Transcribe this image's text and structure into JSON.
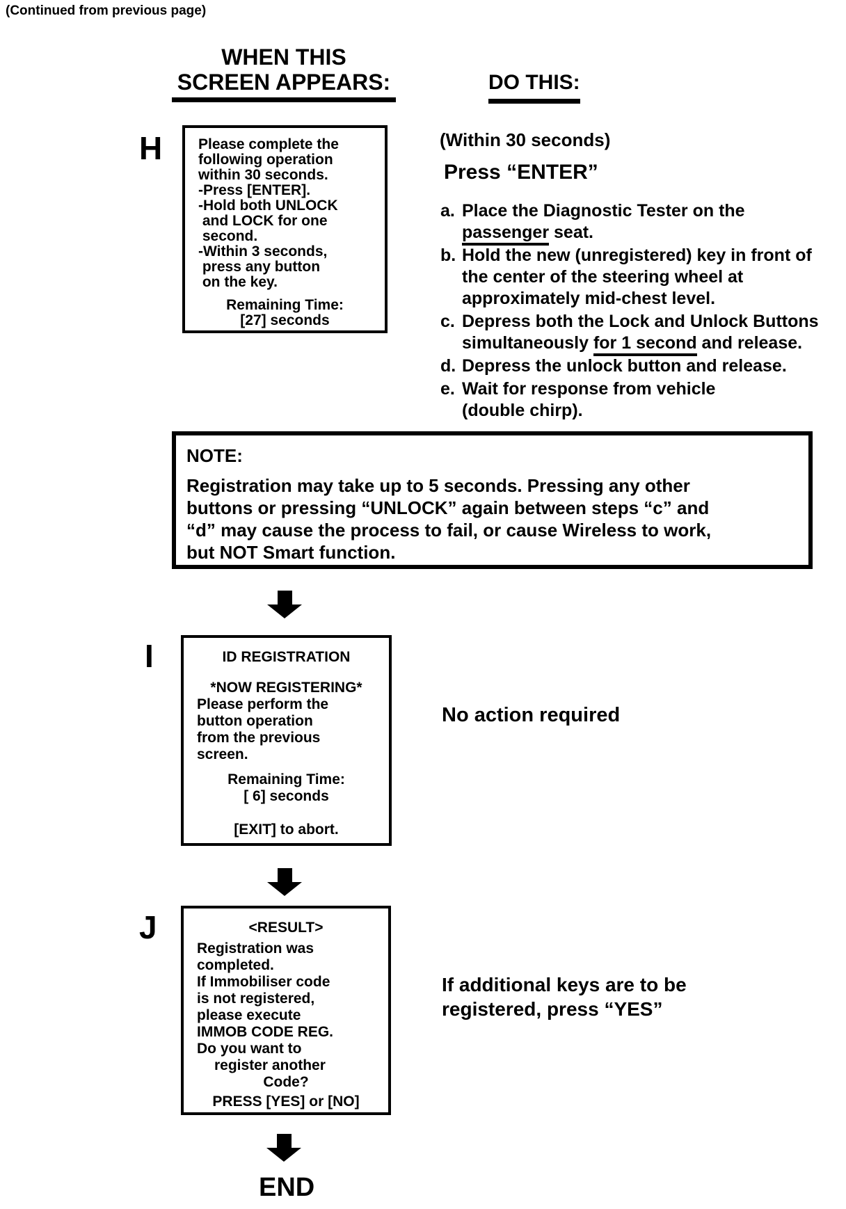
{
  "header": {
    "continued": "(Continued from previous page)",
    "when_line1": "WHEN THIS",
    "when_line2": "SCREEN APPEARS:",
    "do_this": "DO THIS:"
  },
  "section_h": {
    "label": "H",
    "screen_lines": [
      "Please complete the",
      "following operation",
      "within 30 seconds.",
      "-Press [ENTER].",
      "-Hold both UNLOCK",
      " and LOCK for one",
      " second.",
      "-Within 3 seconds,",
      " press any button",
      " on the key."
    ],
    "screen_center_lines": [
      "Remaining Time:",
      "[27] seconds"
    ],
    "action": {
      "within": "(Within 30 seconds)",
      "press": "Press “ENTER”",
      "steps": {
        "a_label": "a.",
        "a_line1": "Place the Diagnostic Tester on the",
        "a_line2_underlined": "passenger",
        "a_line2_rest": " seat.",
        "b_label": "b.",
        "b_line1": "Hold the new (unregistered) key in front of",
        "b_line2": "the center of the steering wheel at",
        "b_line3": "approximately mid-chest level.",
        "c_label": "c.",
        "c_line1": "Depress both the Lock and Unlock Buttons",
        "c_line2_pre": "simultaneously ",
        "c_line2_underlined": "for 1 second",
        "c_line2_post": " and release.",
        "d_label": "d.",
        "d_line1": "Depress the unlock button and release.",
        "e_label": "e.",
        "e_line1": "Wait for response from vehicle",
        "e_line2": "(double chirp)."
      }
    }
  },
  "note": {
    "title": "NOTE:",
    "lines": [
      "Registration may take up to 5 seconds. Pressing any other",
      "buttons or pressing “UNLOCK” again between steps “c” and",
      "“d” may cause the process to fail, or cause Wireless to work,",
      "but NOT Smart function."
    ]
  },
  "section_i": {
    "label": "I",
    "screen_title": "ID REGISTRATION",
    "screen_status": "*NOW REGISTERING*",
    "screen_lines": [
      "Please perform the",
      "button operation",
      "from the previous",
      "screen."
    ],
    "screen_center_lines": [
      "Remaining Time:",
      "[ 6] seconds"
    ],
    "screen_footer": "[EXIT] to abort.",
    "action": "No action required"
  },
  "section_j": {
    "label": "J",
    "screen_title": "<RESULT>",
    "screen_lines": [
      "Registration was",
      "completed.",
      "If Immobiliser code",
      "is not registered,",
      "please execute",
      "IMMOB CODE REG.",
      "Do you want to"
    ],
    "screen_indent_line": "register another",
    "screen_center_line": "Code?",
    "screen_footer": "PRESS [YES] or [NO]",
    "action_line1": "If additional keys are to be",
    "action_line2": "registered, press “YES”"
  },
  "footer": {
    "end_label": "END"
  },
  "colors": {
    "ink": "#000000",
    "paper": "#ffffff"
  }
}
